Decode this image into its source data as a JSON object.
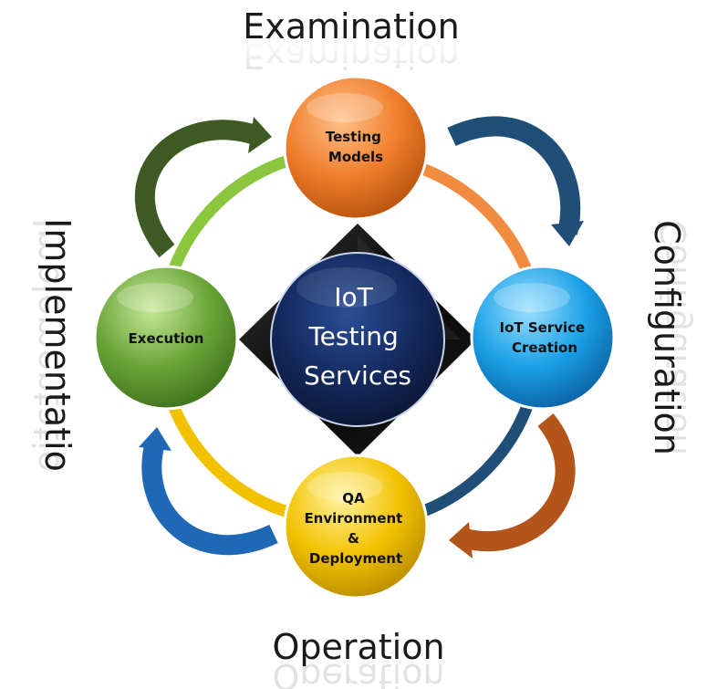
{
  "phases": {
    "top": "Examination",
    "right": "Configuration",
    "bottom": "Operation",
    "left": "Implementatio"
  },
  "center": {
    "lines": [
      "IoT",
      "Testing",
      "Services"
    ]
  },
  "nodes": {
    "top": {
      "lines": [
        "Testing",
        "Models"
      ],
      "color": "#ef7d2a"
    },
    "right": {
      "lines": [
        "IoT Service",
        "Creation"
      ],
      "color": "#1a9fe6"
    },
    "bottom": {
      "lines": [
        "QA",
        "Environment",
        "&",
        "Deployment"
      ],
      "color": "#f2c200"
    },
    "left": {
      "lines": [
        "Execution"
      ],
      "color": "#6aa437"
    }
  },
  "arrow_colors": {
    "top_left": "#3c5a22",
    "top_right": "#1f4e79",
    "bottom_right": "#b3551a",
    "bottom_left": "#1f68b5"
  }
}
